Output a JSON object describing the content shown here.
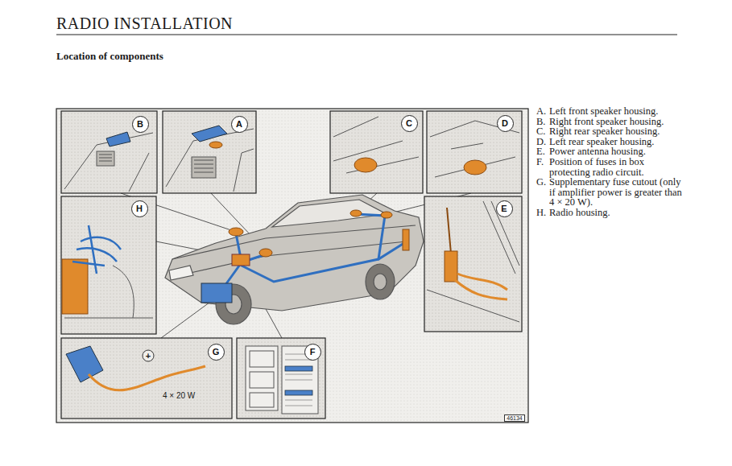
{
  "diagram": {
    "title": "RADIO INSTALLATION",
    "nodes": [
      {
        "text": [
          "B"
        ]
      },
      {
        "text": [
          "A"
        ]
      },
      {
        "text": [
          "C"
        ]
      },
      {
        "text": [
          "D"
        ]
      },
      {
        "text": [
          "H"
        ]
      },
      {
        "text": [
          "E"
        ]
      },
      {
        "text": [
          "G"
        ]
      },
      {
        "text": [
          "F"
        ]
      },
      {
        "text": [
          "46134"
        ]
      }
    ],
    "edges": [],
    "labels": [
      "Location of components",
      "A.",
      "Left front speaker housing.",
      "B.",
      "Right front speaker housing.",
      "C.",
      "Right rear speaker housing.",
      "D.",
      "Left rear speaker housing.",
      "E.",
      "Power antenna housing.",
      "F.",
      "Position of fuses in box protecting radio circuit.",
      "G.",
      "Supplementary fuse cutout (only if amplifier power is greater than 4 × 20 W).",
      "H.",
      "Radio housing.",
      "4 × 20 W",
      "+"
    ]
  }
}
